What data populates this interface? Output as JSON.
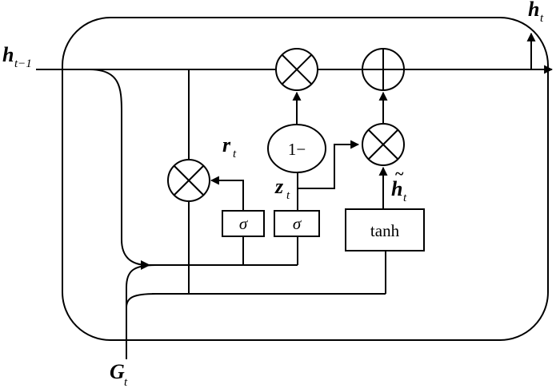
{
  "labels": {
    "h_prev": {
      "main": "h",
      "sub": "t−1"
    },
    "h_out": {
      "main": "h",
      "sub": "t"
    },
    "r": {
      "main": "r",
      "sub": "t"
    },
    "z": {
      "main": "z",
      "sub": "t"
    },
    "h_cand": {
      "main": "h",
      "sub": "t",
      "accent": "~"
    },
    "G": {
      "main": "G",
      "sub": "t"
    }
  },
  "boxes": {
    "sigma_r": "σ",
    "sigma_z": "σ",
    "tanh": "tanh",
    "one_minus": "1−"
  }
}
